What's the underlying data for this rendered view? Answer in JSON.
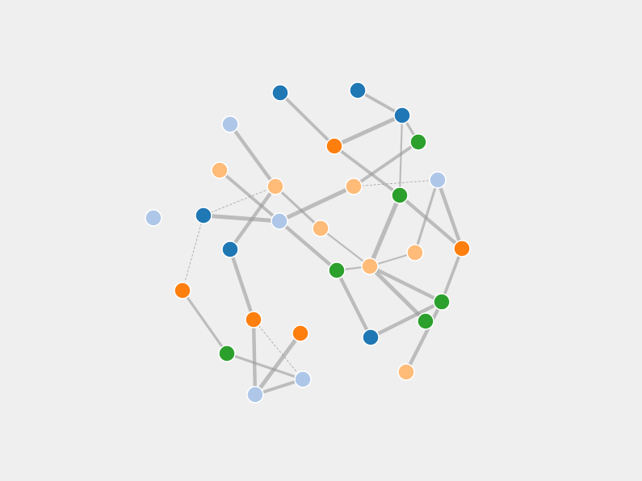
{
  "palette": {
    "background": "#efefef",
    "edge": "#999999",
    "node_stroke": "#ffffff",
    "groups": {
      "dark_blue": "#1f77b4",
      "light_blue": "#aec7e8",
      "orange": "#ff7f0e",
      "light_orange": "#ffbb78",
      "green": "#2ca02c"
    }
  },
  "nodes": [
    {
      "id": "n1",
      "group": "dark_blue"
    },
    {
      "id": "n2",
      "group": "dark_blue"
    },
    {
      "id": "n3",
      "group": "dark_blue"
    },
    {
      "id": "n4",
      "group": "light_blue"
    },
    {
      "id": "n5",
      "group": "orange"
    },
    {
      "id": "n6",
      "group": "green"
    },
    {
      "id": "n7",
      "group": "light_orange"
    },
    {
      "id": "n8",
      "group": "light_orange"
    },
    {
      "id": "n9",
      "group": "light_orange"
    },
    {
      "id": "n10",
      "group": "light_blue"
    },
    {
      "id": "n11",
      "group": "green"
    },
    {
      "id": "n12",
      "group": "light_blue"
    },
    {
      "id": "n13",
      "group": "dark_blue"
    },
    {
      "id": "n14",
      "group": "light_blue"
    },
    {
      "id": "n15",
      "group": "light_orange"
    },
    {
      "id": "n16",
      "group": "dark_blue"
    },
    {
      "id": "n17",
      "group": "light_orange"
    },
    {
      "id": "n18",
      "group": "orange"
    },
    {
      "id": "n19",
      "group": "light_orange"
    },
    {
      "id": "n20",
      "group": "green"
    },
    {
      "id": "n21",
      "group": "orange"
    },
    {
      "id": "n22",
      "group": "green"
    },
    {
      "id": "n23",
      "group": "orange"
    },
    {
      "id": "n24",
      "group": "orange"
    },
    {
      "id": "n25",
      "group": "dark_blue"
    },
    {
      "id": "n26",
      "group": "green"
    },
    {
      "id": "n27",
      "group": "green"
    },
    {
      "id": "n28",
      "group": "light_blue"
    },
    {
      "id": "n29",
      "group": "light_orange"
    },
    {
      "id": "n30",
      "group": "light_blue"
    }
  ],
  "edges": [
    {
      "source": "n1",
      "target": "n5",
      "weight": 3
    },
    {
      "source": "n2",
      "target": "n3",
      "weight": 3
    },
    {
      "source": "n3",
      "target": "n5",
      "weight": 5
    },
    {
      "source": "n3",
      "target": "n6",
      "weight": 2
    },
    {
      "source": "n3",
      "target": "n11",
      "weight": 1
    },
    {
      "source": "n6",
      "target": "n8",
      "weight": 3
    },
    {
      "source": "n5",
      "target": "n11",
      "weight": 3
    },
    {
      "source": "n4",
      "target": "n7",
      "weight": 4
    },
    {
      "source": "n9",
      "target": "n14",
      "weight": 3
    },
    {
      "source": "n7",
      "target": "n15",
      "weight": 2
    },
    {
      "source": "n7",
      "target": "n16",
      "weight": 4
    },
    {
      "source": "n13",
      "target": "n14",
      "weight": 5
    },
    {
      "source": "n14",
      "target": "n8",
      "weight": 5
    },
    {
      "source": "n14",
      "target": "n20",
      "weight": 4
    },
    {
      "source": "n13",
      "target": "n7",
      "weight": 1,
      "dashed": true
    },
    {
      "source": "n8",
      "target": "n12",
      "weight": 1,
      "dashed": true
    },
    {
      "source": "n12",
      "target": "n21",
      "weight": 4
    },
    {
      "source": "n12",
      "target": "n17",
      "weight": 2
    },
    {
      "source": "n11",
      "target": "n21",
      "weight": 4
    },
    {
      "source": "n11",
      "target": "n19",
      "weight": 6
    },
    {
      "source": "n15",
      "target": "n19",
      "weight": 1
    },
    {
      "source": "n20",
      "target": "n19",
      "weight": 1
    },
    {
      "source": "n17",
      "target": "n19",
      "weight": 1
    },
    {
      "source": "n19",
      "target": "n22",
      "weight": 4
    },
    {
      "source": "n19",
      "target": "n26",
      "weight": 5
    },
    {
      "source": "n20",
      "target": "n25",
      "weight": 4
    },
    {
      "source": "n21",
      "target": "n22",
      "weight": 3
    },
    {
      "source": "n22",
      "target": "n25",
      "weight": 4
    },
    {
      "source": "n22",
      "target": "n29",
      "weight": 4
    },
    {
      "source": "n13",
      "target": "n23",
      "weight": 1,
      "dashed": true
    },
    {
      "source": "n23",
      "target": "n27",
      "weight": 2
    },
    {
      "source": "n16",
      "target": "n24",
      "weight": 4
    },
    {
      "source": "n24",
      "target": "n28",
      "weight": 4
    },
    {
      "source": "n24",
      "target": "n30",
      "weight": 1,
      "dashed": true
    },
    {
      "source": "n18",
      "target": "n28",
      "weight": 5
    },
    {
      "source": "n27",
      "target": "n30",
      "weight": 2
    },
    {
      "source": "n28",
      "target": "n30",
      "weight": 3
    }
  ]
}
